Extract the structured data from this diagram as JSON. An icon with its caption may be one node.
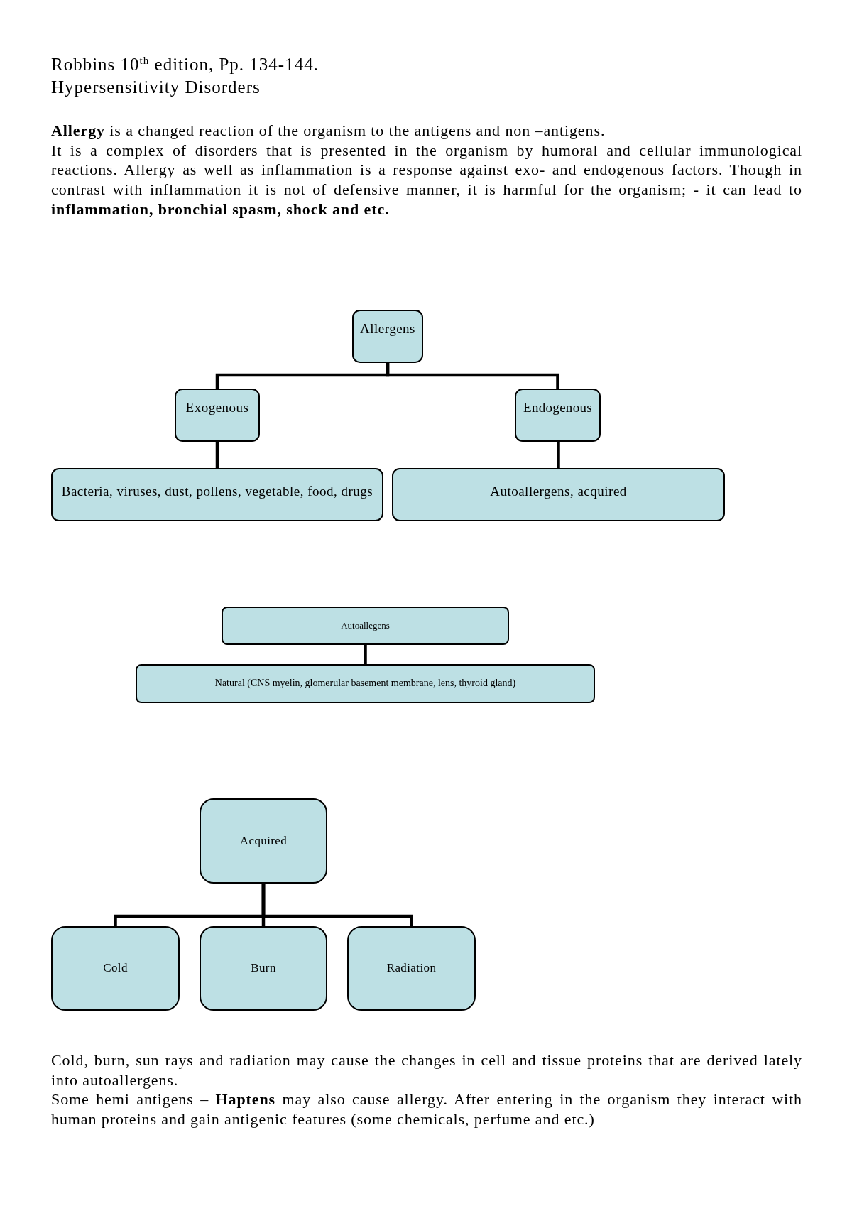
{
  "diagram": {
    "title": "Hypersensitivity Disorders",
    "nodes": [
      {
        "text": [
          "Allergens"
        ]
      },
      {
        "text": [
          "Exogenous"
        ]
      },
      {
        "text": [
          "Endogenous"
        ]
      },
      {
        "text": [
          "Bacteria, viruses, dust, pollens, vegetable, food, drugs"
        ]
      },
      {
        "text": [
          "Autoallergens, acquired"
        ]
      },
      {
        "text": [
          "Autoallegens"
        ]
      },
      {
        "text": [
          "Natural (CNS myelin, glomerular basement membrane, lens, thyroid gland)"
        ]
      },
      {
        "text": [
          "Acquired"
        ]
      },
      {
        "text": [
          "Cold"
        ]
      },
      {
        "text": [
          "Burn"
        ]
      },
      {
        "text": [
          "Radiation"
        ]
      }
    ],
    "edges": [
      {
        "from": 0,
        "to": 1,
        "arrow": "none"
      },
      {
        "from": 0,
        "to": 2,
        "arrow": "none"
      },
      {
        "from": 1,
        "to": 3,
        "arrow": "none"
      },
      {
        "from": 2,
        "to": 4,
        "arrow": "none"
      },
      {
        "from": 5,
        "to": 6,
        "arrow": "none"
      },
      {
        "from": 7,
        "to": 8,
        "arrow": "none"
      },
      {
        "from": 7,
        "to": 9,
        "arrow": "none"
      },
      {
        "from": 7,
        "to": 10,
        "arrow": "none"
      }
    ],
    "labels": [
      "Robbins 10$^{th}$ edition, Pp. 134-144.",
      "**Allergy** is a changed reaction of the organism to the antigens and non –antigens.",
      "It is a complex of disorders that is presented in the organism by humoral and cellular immunological reactions. Allergy as well as inflammation is a response against exo- and endogenous factors. Though in contrast with inflammation it is not of defensive manner, it is harmful for the organism; - it can lead to **inflammation, bronchial spasm, shock and etc.**",
      "Cold, burn, sun rays and radiation may cause the changes in cell and tissue proteins that are derived lately into autoallergens.",
      "Some hemi antigens – **Haptens** may also cause allergy. After entering in the organism they interact with human proteins and gain antigenic features (some chemicals, perfume and etc.)"
    ]
  }
}
